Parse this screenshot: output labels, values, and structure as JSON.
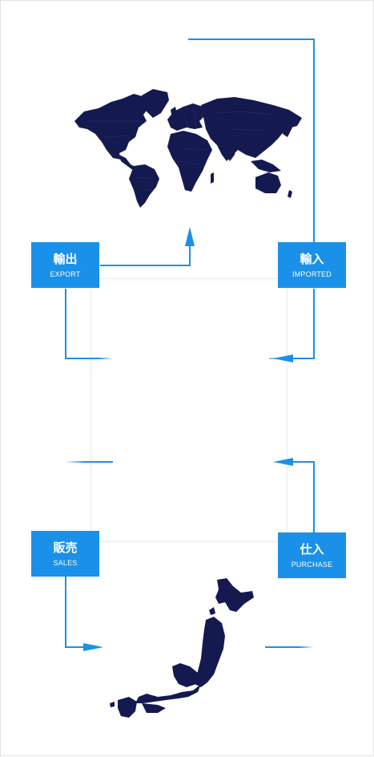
{
  "colors": {
    "accent": "#1a90e8",
    "map": "#141a50"
  },
  "boxes": {
    "export": {
      "jp": "輸出",
      "en": "EXPORT"
    },
    "imported": {
      "jp": "輸入",
      "en": "IMPORTED"
    },
    "sales": {
      "jp": "販売",
      "en": "SALES"
    },
    "purchase": {
      "jp": "仕入",
      "en": "PURCHASE"
    }
  },
  "icons": [
    "world-map-icon",
    "japan-map-icon"
  ]
}
